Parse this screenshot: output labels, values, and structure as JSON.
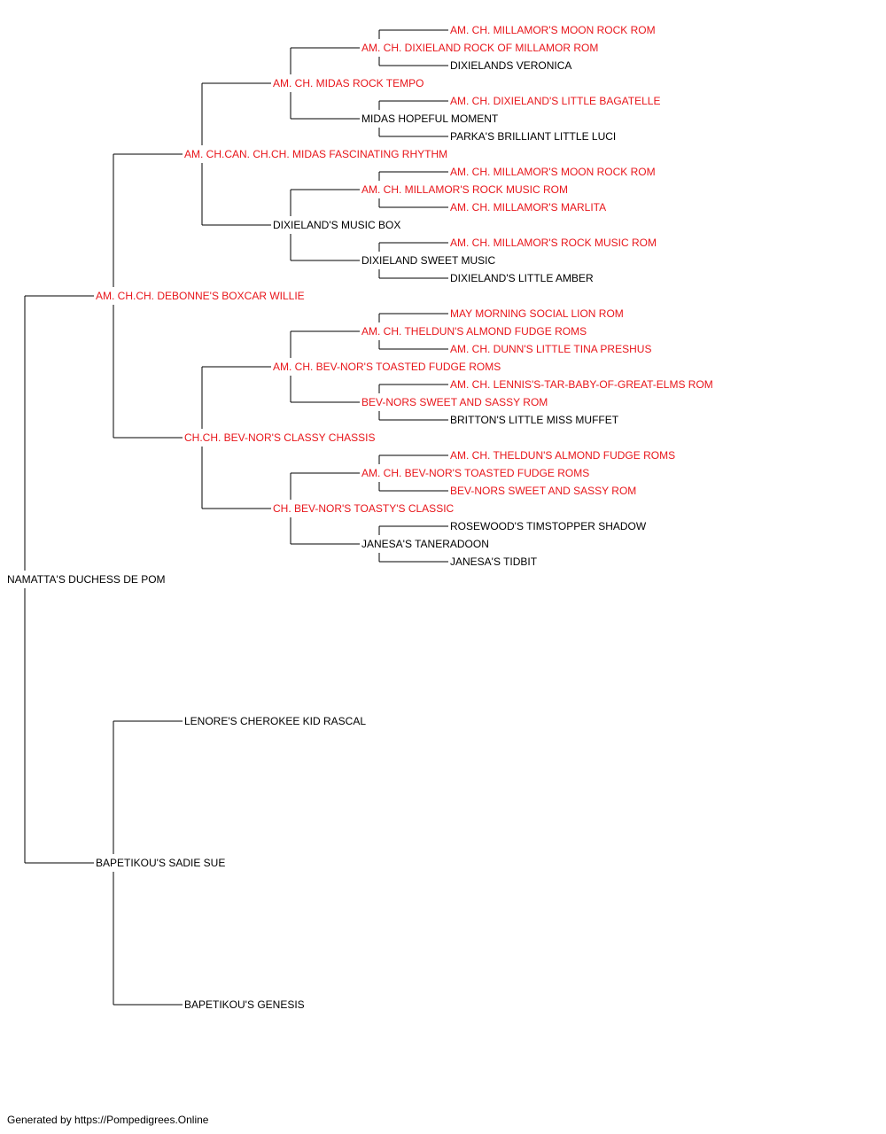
{
  "colors": {
    "champion": "#e8161b",
    "normal": "#000000",
    "line": "#000000"
  },
  "pedigree": {
    "name": "NAMATTA'S DUCHESS DE POM",
    "champion": false,
    "sire": {
      "name": "AM. CH.CH. DEBONNE'S BOXCAR WILLIE",
      "champion": true,
      "sire": {
        "name": "AM. CH.CAN. CH.CH. MIDAS FASCINATING RHYTHM",
        "champion": true,
        "sire": {
          "name": "AM. CH. MIDAS ROCK TEMPO",
          "champion": true,
          "sire": {
            "name": "AM. CH. DIXIELAND ROCK OF MILLAMOR ROM",
            "champion": true,
            "sire": {
              "name": "AM. CH. MILLAMOR'S MOON ROCK ROM",
              "champion": true
            },
            "dam": {
              "name": "DIXIELANDS VERONICA",
              "champion": false
            }
          },
          "dam": {
            "name": "MIDAS HOPEFUL MOMENT",
            "champion": false,
            "sire": {
              "name": "AM. CH. DIXIELAND'S LITTLE BAGATELLE",
              "champion": true
            },
            "dam": {
              "name": "PARKA'S BRILLIANT LITTLE LUCI",
              "champion": false
            }
          }
        },
        "dam": {
          "name": "DIXIELAND'S MUSIC BOX",
          "champion": false,
          "sire": {
            "name": "AM. CH. MILLAMOR'S ROCK MUSIC ROM",
            "champion": true,
            "sire": {
              "name": "AM. CH. MILLAMOR'S MOON ROCK ROM",
              "champion": true
            },
            "dam": {
              "name": "AM. CH. MILLAMOR'S MARLITA",
              "champion": true
            }
          },
          "dam": {
            "name": "DIXIELAND SWEET MUSIC",
            "champion": false,
            "sire": {
              "name": "AM. CH. MILLAMOR'S ROCK MUSIC ROM",
              "champion": true
            },
            "dam": {
              "name": "DIXIELAND'S LITTLE AMBER",
              "champion": false
            }
          }
        }
      },
      "dam": {
        "name": "CH.CH. BEV-NOR'S CLASSY CHASSIS",
        "champion": true,
        "sire": {
          "name": "AM. CH. BEV-NOR'S TOASTED FUDGE ROMS",
          "champion": true,
          "sire": {
            "name": "AM. CH. THELDUN'S ALMOND FUDGE ROMS",
            "champion": true,
            "sire": {
              "name": "MAY MORNING SOCIAL LION ROM",
              "champion": true
            },
            "dam": {
              "name": "AM. CH. DUNN'S LITTLE TINA PRESHUS",
              "champion": true
            }
          },
          "dam": {
            "name": "BEV-NORS SWEET AND SASSY ROM",
            "champion": true,
            "sire": {
              "name": "AM. CH. LENNIS'S-TAR-BABY-OF-GREAT-ELMS ROM",
              "champion": true
            },
            "dam": {
              "name": "BRITTON'S LITTLE MISS MUFFET",
              "champion": false
            }
          }
        },
        "dam": {
          "name": "CH. BEV-NOR'S TOASTY'S CLASSIC",
          "champion": true,
          "sire": {
            "name": "AM. CH. BEV-NOR'S TOASTED FUDGE ROMS",
            "champion": true,
            "sire": {
              "name": "AM. CH. THELDUN'S ALMOND FUDGE ROMS",
              "champion": true
            },
            "dam": {
              "name": "BEV-NORS SWEET AND SASSY ROM",
              "champion": true
            }
          },
          "dam": {
            "name": "JANESA'S TANERADOON",
            "champion": false,
            "sire": {
              "name": "ROSEWOOD'S TIMSTOPPER SHADOW",
              "champion": false
            },
            "dam": {
              "name": "JANESA'S TIDBIT",
              "champion": false
            }
          }
        }
      }
    },
    "dam": {
      "name": "BAPETIKOU'S SADIE SUE",
      "champion": false,
      "sire": {
        "name": "LENORE'S CHEROKEE KID RASCAL",
        "champion": false
      },
      "dam": {
        "name": "BAPETIKOU'S GENESIS",
        "champion": false
      }
    }
  },
  "footer": "Generated by https://Pompedigrees.Online"
}
